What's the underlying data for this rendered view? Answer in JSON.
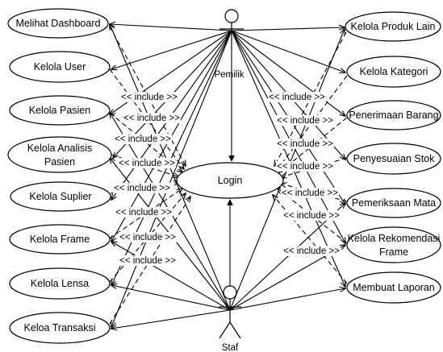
{
  "actors": {
    "owner": "Pemilik",
    "staff": "Staf"
  },
  "use_cases": {
    "login": "Login",
    "melihat_dashboard": "Melihat Dashboard",
    "kelola_user": "Kelola User",
    "kelola_pasien": "Kelola Pasien",
    "kelola_analisis_pasien": [
      "Kelola Analisis",
      "Pasien"
    ],
    "kelola_suplier": "Kelola Suplier",
    "kelola_frame": "Kelola Frame",
    "kelola_lensa": "Kelola Lensa",
    "keloa_transaksi": "Keloa Transaksi",
    "kelola_produk_lain": "Kelola Produk Lain",
    "kelola_kategori": "Kelola Kategori",
    "penerimaan_barang": "Penerimaan Barang",
    "penyesuaian_stok": "Penyesuaian Stok",
    "pemeriksaan_mata": "Pemeriksaan Mata",
    "kelola_rekomendasi_frame": [
      "Kelola Rekomendasi",
      "Frame"
    ],
    "membuat_laporan": "Membuat Laporan"
  },
  "include_label": "<< include >>"
}
